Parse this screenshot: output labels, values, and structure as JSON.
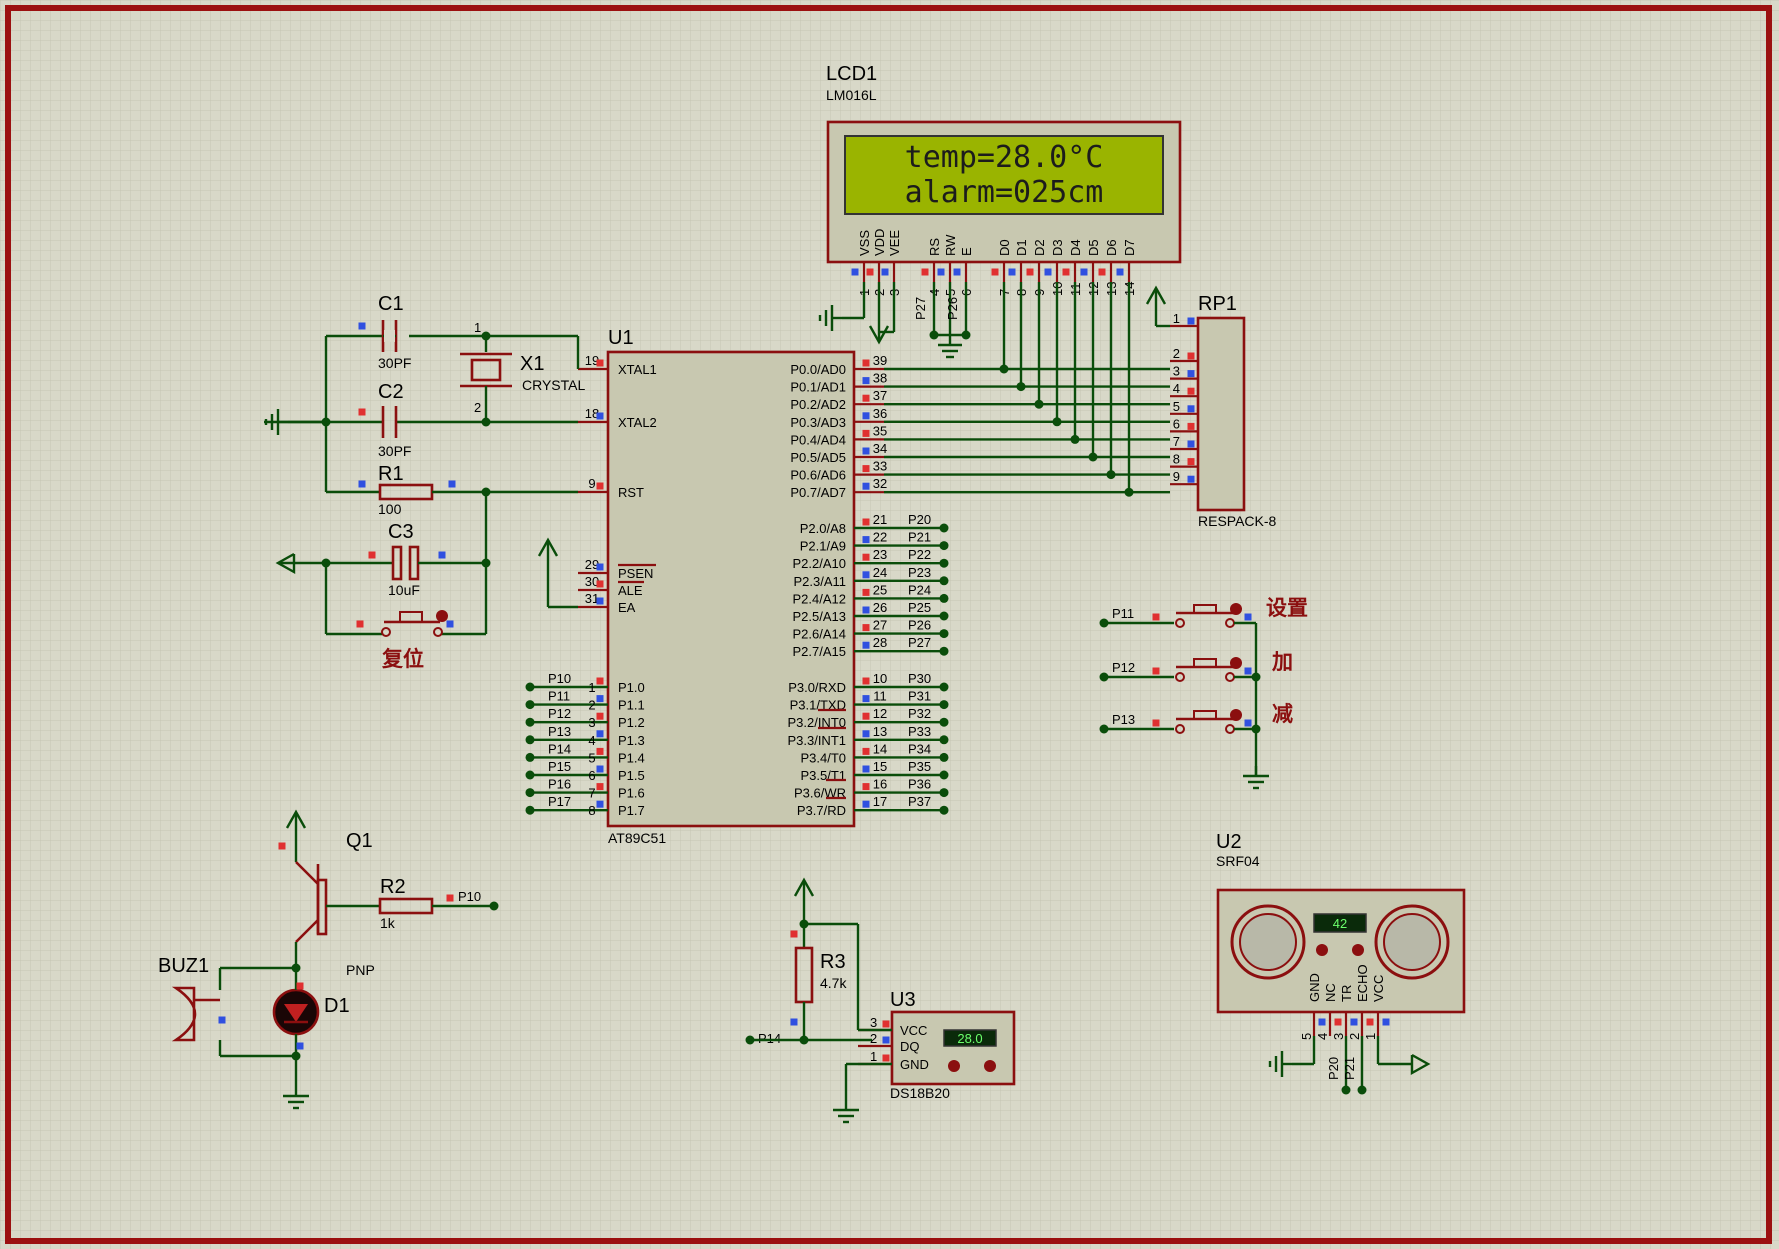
{
  "colors": {
    "background": "#d8d8c8",
    "grid": "#c8c8b6",
    "border": "#9b1010",
    "wire": "#0a4d0a",
    "component": "#8b0f0f",
    "lcd_screen": "#9ab400",
    "pin_red": "#e03030",
    "pin_blue": "#3050e0"
  },
  "lcd": {
    "ref": "LCD1",
    "part": "LM016L",
    "line1": "temp=28.0°C",
    "line2": "alarm=025cm",
    "pin_names": [
      "VSS",
      "VDD",
      "VEE",
      "RS",
      "RW",
      "E",
      "D0",
      "D1",
      "D2",
      "D3",
      "D4",
      "D5",
      "D6",
      "D7"
    ],
    "pin_numbers": [
      "1",
      "2",
      "3",
      "4",
      "5",
      "6",
      "7",
      "8",
      "9",
      "10",
      "11",
      "12",
      "13",
      "14"
    ],
    "net_rs": "P27",
    "net_e": "P26"
  },
  "mcu": {
    "ref": "U1",
    "part": "AT89C51",
    "left_top": [
      {
        "num": "19",
        "name": "XTAL1"
      },
      {
        "num": "18",
        "name": "XTAL2"
      },
      {
        "num": "9",
        "name": "RST"
      },
      {
        "num": "29",
        "name": "PSEN"
      },
      {
        "num": "30",
        "name": "ALE"
      },
      {
        "num": "31",
        "name": "EA"
      }
    ],
    "left_p1": [
      {
        "net": "P10",
        "num": "1",
        "name": "P1.0"
      },
      {
        "net": "P11",
        "num": "2",
        "name": "P1.1"
      },
      {
        "net": "P12",
        "num": "3",
        "name": "P1.2"
      },
      {
        "net": "P13",
        "num": "4",
        "name": "P1.3"
      },
      {
        "net": "P14",
        "num": "5",
        "name": "P1.4"
      },
      {
        "net": "P15",
        "num": "6",
        "name": "P1.5"
      },
      {
        "net": "P16",
        "num": "7",
        "name": "P1.6"
      },
      {
        "net": "P17",
        "num": "8",
        "name": "P1.7"
      }
    ],
    "right_p0": [
      {
        "num": "39",
        "name": "P0.0/AD0"
      },
      {
        "num": "38",
        "name": "P0.1/AD1"
      },
      {
        "num": "37",
        "name": "P0.2/AD2"
      },
      {
        "num": "36",
        "name": "P0.3/AD3"
      },
      {
        "num": "35",
        "name": "P0.4/AD4"
      },
      {
        "num": "34",
        "name": "P0.5/AD5"
      },
      {
        "num": "33",
        "name": "P0.6/AD6"
      },
      {
        "num": "32",
        "name": "P0.7/AD7"
      }
    ],
    "right_p2": [
      {
        "num": "21",
        "name": "P2.0/A8",
        "net": "P20"
      },
      {
        "num": "22",
        "name": "P2.1/A9",
        "net": "P21"
      },
      {
        "num": "23",
        "name": "P2.2/A10",
        "net": "P22"
      },
      {
        "num": "24",
        "name": "P2.3/A11",
        "net": "P23"
      },
      {
        "num": "25",
        "name": "P2.4/A12",
        "net": "P24"
      },
      {
        "num": "26",
        "name": "P2.5/A13",
        "net": "P25"
      },
      {
        "num": "27",
        "name": "P2.6/A14",
        "net": "P26"
      },
      {
        "num": "28",
        "name": "P2.7/A15",
        "net": "P27"
      }
    ],
    "right_p3": [
      {
        "num": "10",
        "name": "P3.0/RXD",
        "net": "P30"
      },
      {
        "num": "11",
        "name": "P3.1/TXD",
        "net": "P31"
      },
      {
        "num": "12",
        "name": "P3.2/INT0",
        "net": "P32"
      },
      {
        "num": "13",
        "name": "P3.3/INT1",
        "net": "P33"
      },
      {
        "num": "14",
        "name": "P3.4/T0",
        "net": "P34"
      },
      {
        "num": "15",
        "name": "P3.5/T1",
        "net": "P35"
      },
      {
        "num": "16",
        "name": "P3.6/WR",
        "net": "P36"
      },
      {
        "num": "17",
        "name": "P3.7/RD",
        "net": "P37"
      }
    ]
  },
  "rp1": {
    "ref": "RP1",
    "part": "RESPACK-8",
    "pins": [
      "1",
      "2",
      "3",
      "4",
      "5",
      "6",
      "7",
      "8",
      "9"
    ]
  },
  "c1": {
    "ref": "C1",
    "value": "30PF"
  },
  "c2": {
    "ref": "C2",
    "value": "30PF"
  },
  "x1": {
    "ref": "X1",
    "value": "CRYSTAL",
    "pin1": "1",
    "pin2": "2"
  },
  "r1": {
    "ref": "R1",
    "value": "100"
  },
  "c3": {
    "ref": "C3",
    "value": "10uF"
  },
  "reset_label": "复位",
  "buttons": [
    {
      "net": "P11",
      "label": "设置"
    },
    {
      "net": "P12",
      "label": "加"
    },
    {
      "net": "P13",
      "label": "减"
    }
  ],
  "q1": {
    "ref": "Q1",
    "type": "PNP"
  },
  "r2": {
    "ref": "R2",
    "value": "1k",
    "net": "P10"
  },
  "buz1": {
    "ref": "BUZ1"
  },
  "d1": {
    "ref": "D1"
  },
  "r3": {
    "ref": "R3",
    "value": "4.7k"
  },
  "u3": {
    "ref": "U3",
    "part": "DS18B20",
    "net": "P14",
    "display": "28.0",
    "pins": [
      {
        "num": "3",
        "name": "VCC"
      },
      {
        "num": "2",
        "name": "DQ"
      },
      {
        "num": "1",
        "name": "GND"
      }
    ]
  },
  "u2": {
    "ref": "U2",
    "part": "SRF04",
    "display": "42",
    "pin_names": [
      "GND",
      "NC",
      "TR",
      "ECHO",
      "VCC"
    ],
    "pin_numbers": [
      "5",
      "4",
      "3",
      "2",
      "1"
    ],
    "net_tr": "P20",
    "net_echo": "P21"
  }
}
